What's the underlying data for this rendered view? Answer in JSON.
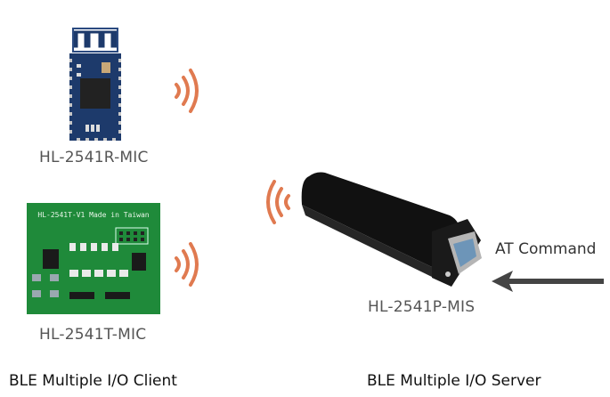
{
  "diagram": {
    "client_caption": "BLE Multiple I/O Client",
    "server_caption": "BLE Multiple I/O Server",
    "devices": [
      {
        "id": "r-mic",
        "label": "HL-2541R-MIC",
        "kind": "ble-module"
      },
      {
        "id": "t-mic",
        "label": "HL-2541T-MIC",
        "kind": "pcb-board",
        "silkscreen": "HL-2541T-V1 Made in Taiwan"
      },
      {
        "id": "p-mis",
        "label": "HL-2541P-MIS",
        "kind": "serial-dongle"
      }
    ],
    "at_command_label": "AT Command",
    "colors": {
      "wave": "#e07a50",
      "pcb_blue": "#1d3a6b",
      "pcb_green": "#1f8a3a",
      "dongle": "#1a1a1a",
      "arrow": "#444444",
      "label_gray": "#555555"
    }
  }
}
